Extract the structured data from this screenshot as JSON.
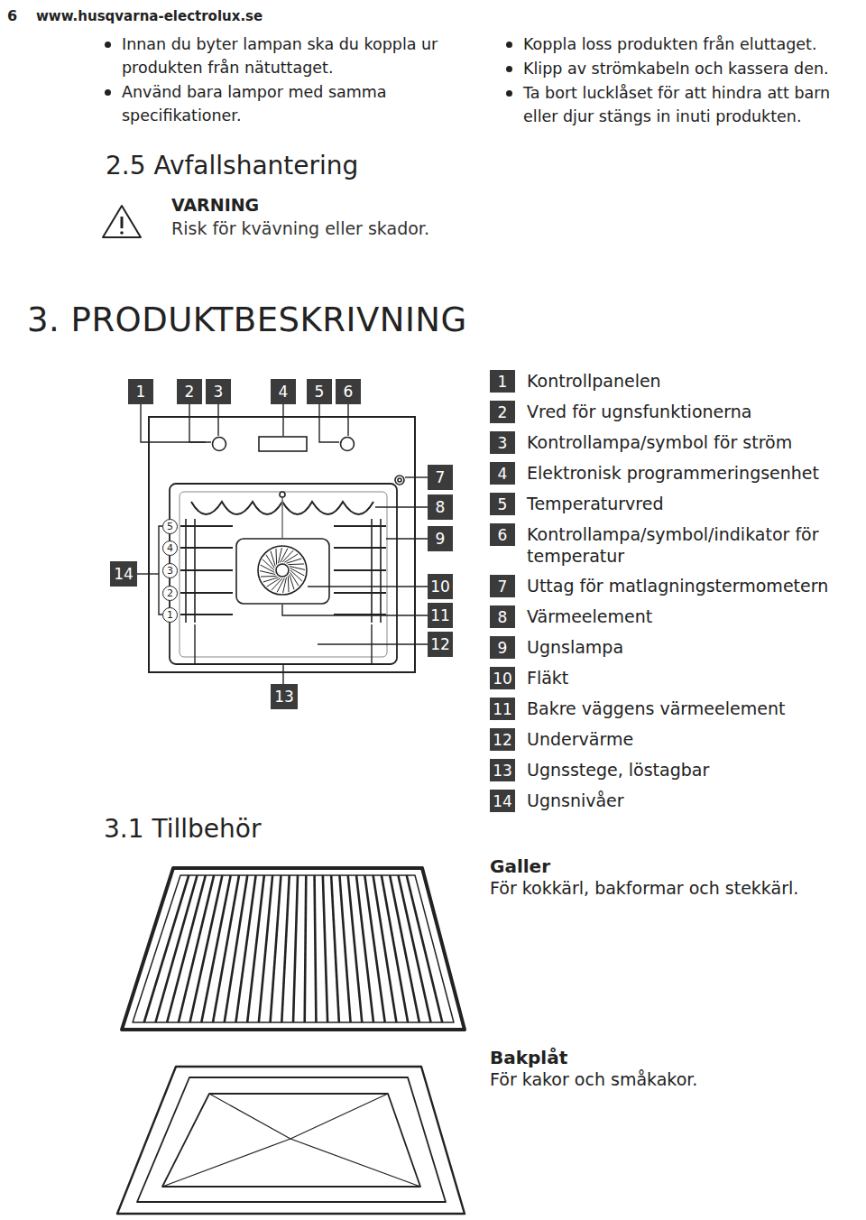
{
  "diagram": {
    "title": "3. PRODUKTBESKRIVNING",
    "nodes": [
      {
        "text": [
          "1"
        ]
      },
      {
        "text": [
          "2"
        ]
      },
      {
        "text": [
          "3"
        ]
      },
      {
        "text": [
          "4"
        ]
      },
      {
        "text": [
          "5"
        ]
      },
      {
        "text": [
          "6"
        ]
      },
      {
        "text": [
          "7"
        ]
      },
      {
        "text": [
          "8"
        ]
      },
      {
        "text": [
          "9"
        ]
      },
      {
        "text": [
          "10"
        ]
      },
      {
        "text": [
          "11"
        ]
      },
      {
        "text": [
          "12"
        ]
      },
      {
        "text": [
          "14"
        ]
      },
      {
        "text": [
          "5"
        ]
      },
      {
        "text": [
          "4"
        ]
      },
      {
        "text": [
          "3"
        ]
      },
      {
        "text": [
          "2"
        ]
      },
      {
        "text": [
          "1"
        ]
      },
      {
        "text": [
          "13"
        ]
      },
      {
        "text": [
          "1"
        ]
      },
      {
        "text": [
          "2"
        ]
      },
      {
        "text": [
          "3"
        ]
      },
      {
        "text": [
          "4"
        ]
      },
      {
        "text": [
          "5"
        ]
      },
      {
        "text": [
          "6"
        ]
      },
      {
        "text": [
          "7"
        ]
      },
      {
        "text": [
          "8"
        ]
      },
      {
        "text": [
          "9"
        ]
      },
      {
        "text": [
          "10"
        ]
      },
      {
        "text": [
          "11"
        ]
      },
      {
        "text": [
          "12"
        ]
      },
      {
        "text": [
          "13"
        ]
      },
      {
        "text": [
          "14"
        ]
      }
    ],
    "labels": [
      "6",
      "www.husqvarna-electrolux.se",
      "Innan du byter lampan ska du koppla ur produkten från nätuttaget.",
      "Använd bara lampor med samma specifikationer.",
      "Koppla loss produkten från eluttaget.",
      "Klipp av strömkabeln och kassera den.",
      "Ta bort lucklåset för att hindra att barn eller djur stängs in inuti produkten.",
      "2.5 Avfallshantering",
      "VARNING",
      "Risk för kvävning eller skador.",
      "Kontrollpanelen",
      "Vred för ugnsfunktionerna",
      "Kontrollampa/symbol för ström",
      "Elektronisk programmeringsenhet",
      "Temperaturvred",
      "Kontrollampa/symbol/indikator för temperatur",
      "Uttag för matlagningstermometern",
      "Värmeelement",
      "Ugnslampa",
      "Fläkt",
      "Bakre väggens värmeelement",
      "Undervärme",
      "Ugnsstege, löstagbar",
      "Ugnsnivåer",
      "3.1 Tillbehör",
      "Galler",
      "För kokkärl, bakformar och stekkärl.",
      "Bakplåt",
      "För kakor och småkakor."
    ]
  }
}
